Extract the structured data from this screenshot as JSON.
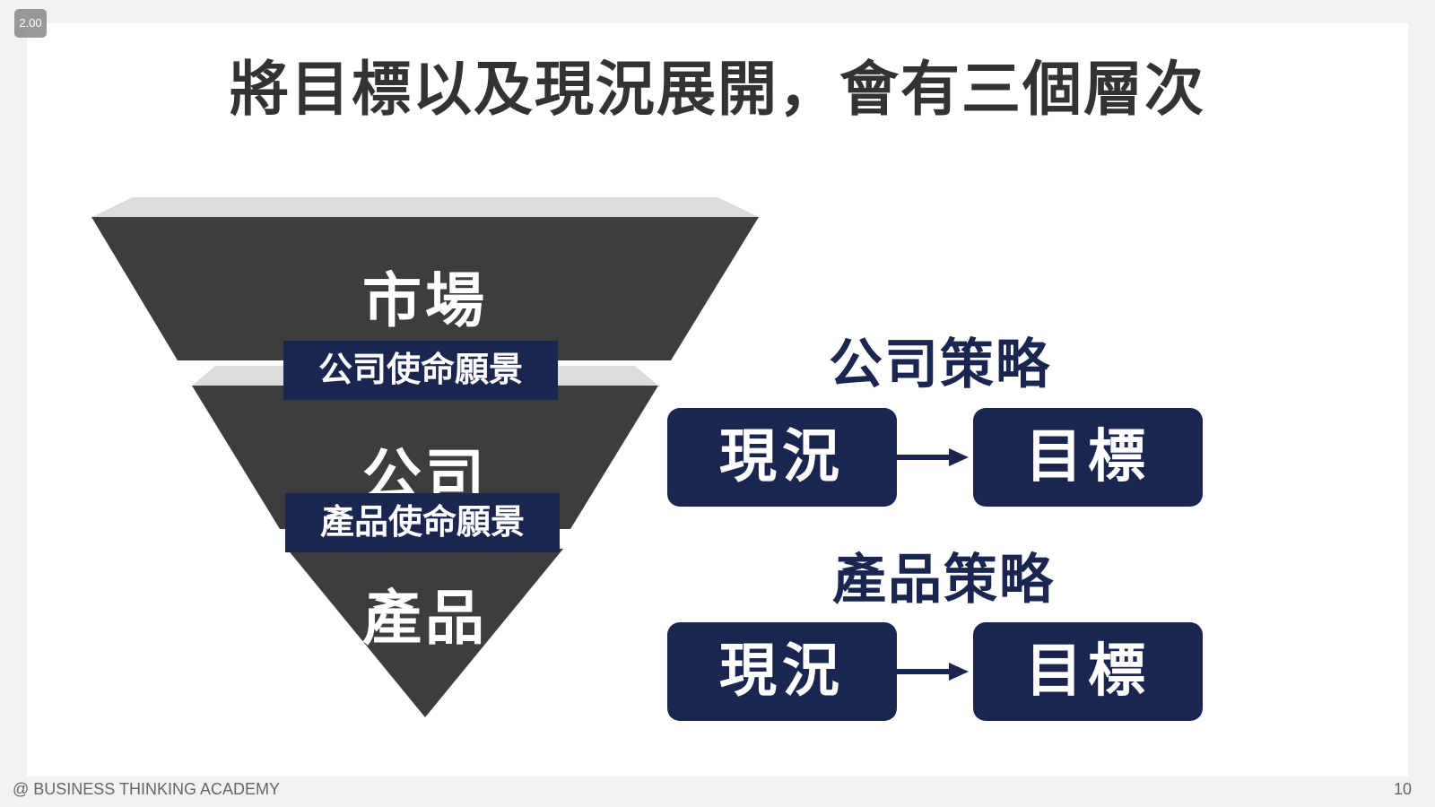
{
  "player": {
    "playback_speed": "2.00"
  },
  "slide": {
    "title": "將目標以及現況展開，會有三個層次",
    "funnel": {
      "levels": [
        "市場",
        "公司",
        "產品"
      ],
      "missions": [
        "公司使命願景",
        "產品使命願景"
      ]
    },
    "strategies": [
      {
        "title": "公司策略",
        "from": "現況",
        "to": "目標"
      },
      {
        "title": "產品策略",
        "from": "現況",
        "to": "目標"
      }
    ],
    "footer": {
      "brand": "@ BUSINESS THINKING ACADEMY",
      "page_number": "10"
    }
  },
  "colors": {
    "navy": "#1a2550",
    "funnel_dark": "#3d3d3d",
    "funnel_top": "#dcdcdc",
    "title_text": "#333333"
  }
}
